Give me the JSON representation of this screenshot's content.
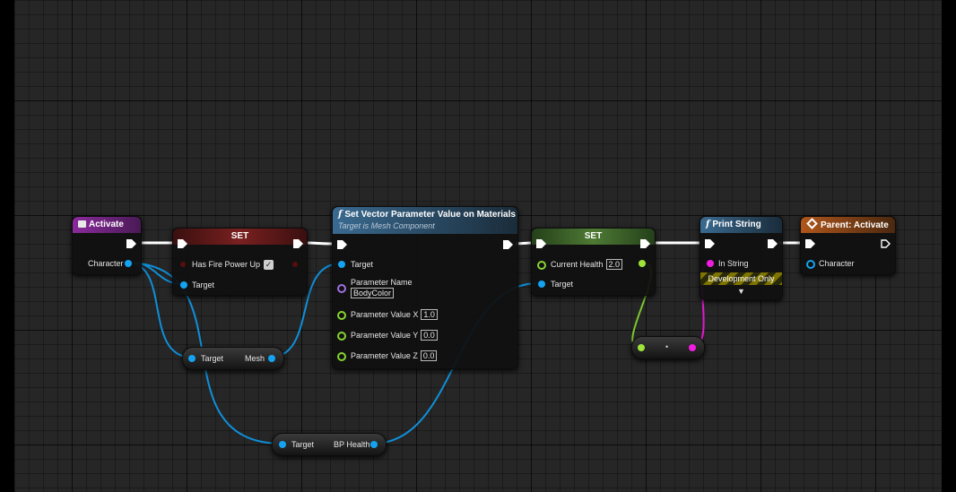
{
  "graph": {
    "activate_node": {
      "title": "Activate",
      "icon": "event-icon",
      "output": "Character",
      "color": "#7b2a8c"
    },
    "set_fire_node": {
      "title": "SET",
      "property": "Has Fire Power Up",
      "property_checked": true,
      "target": "Target",
      "color": "#6b1a1a"
    },
    "mesh_getter": {
      "input": "Target",
      "output": "Mesh"
    },
    "set_vector_node": {
      "title": "Set Vector Parameter Value on Materials",
      "subtitle": "Target is Mesh Component",
      "icon": "function-icon",
      "target": "Target",
      "param_name_label": "Parameter Name",
      "param_name_value": "BodyColor",
      "param_x_label": "Parameter Value X",
      "param_x_value": "1.0",
      "param_y_label": "Parameter Value Y",
      "param_y_value": "0.0",
      "param_z_label": "Parameter Value Z",
      "param_z_value": "0.0",
      "color": "#2c5170"
    },
    "health_getter": {
      "input": "Target",
      "output": "BP Health"
    },
    "set_health_node": {
      "title": "SET",
      "property": "Current Health",
      "property_value": "2.0",
      "target": "Target",
      "color": "#3d6a2a"
    },
    "convert_node": {
      "symbol": "•"
    },
    "print_string_node": {
      "title": "Print String",
      "icon": "function-icon",
      "input": "In String",
      "dev_only": "Development Only",
      "expand": "▼",
      "color": "#2c5170"
    },
    "parent_activate_node": {
      "title": "Parent: Activate",
      "icon": "parent-call-icon",
      "input": "Character",
      "color": "#a04a14"
    }
  },
  "colors": {
    "exec": "#ffffff",
    "object": "#14a3f0",
    "float": "#9ee43a",
    "string": "#f21ce0"
  }
}
